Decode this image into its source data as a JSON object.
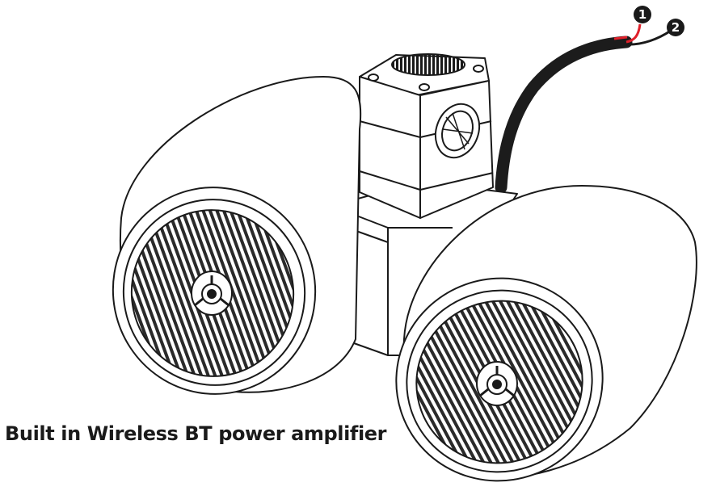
{
  "callouts": [
    {
      "number": "1",
      "wire_color": "#e0202a"
    },
    {
      "number": "2",
      "wire_color": "#1a1a1a"
    }
  ],
  "caption": "Built in Wireless BT power amplifier",
  "colors": {
    "outline": "#1a1a1a",
    "fill": "#ffffff",
    "grille": "#2a2a2a",
    "cable": "#1c1c1c",
    "wire_red": "#e0202a"
  }
}
